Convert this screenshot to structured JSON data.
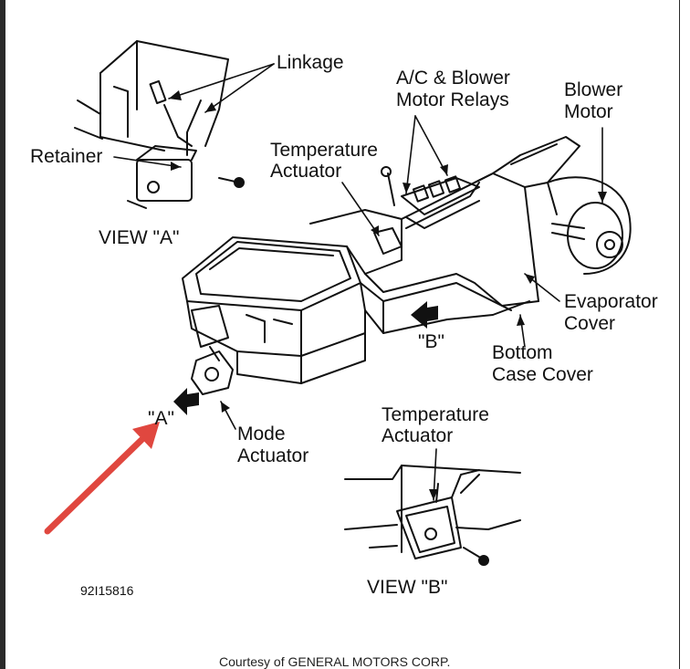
{
  "labels": {
    "linkage": "Linkage",
    "retainer": "Retainer",
    "view_a": "VIEW \"A\"",
    "temp_actuator_top_1": "Temperature",
    "temp_actuator_top_2": "Actuator",
    "relays_1": "A/C & Blower",
    "relays_2": "Motor Relays",
    "blower_1": "Blower",
    "blower_2": "Motor",
    "evap_1": "Evaporator",
    "evap_2": "Cover",
    "marker_b": "\"B\"",
    "bottom_1": "Bottom",
    "bottom_2": "Case Cover",
    "marker_a": "\"A\"",
    "mode_1": "Mode",
    "mode_2": "Actuator",
    "temp_actuator_bottom_1": "Temperature",
    "temp_actuator_bottom_2": "Actuator",
    "view_b": "VIEW \"B\""
  },
  "figure_id": "92I15816",
  "credit": "Courtesy of GENERAL MOTORS CORP.",
  "colors": {
    "ink": "#111111",
    "highlight_arrow": "#e0473f"
  }
}
